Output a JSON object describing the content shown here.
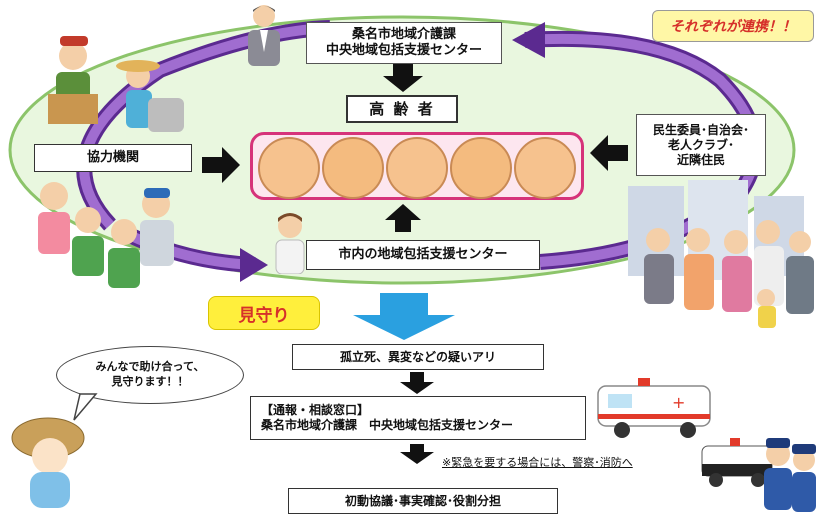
{
  "header": {
    "city_office_line1": "桑名市地域介護課",
    "city_office_line2": "中央地域包括支援センター",
    "elderly": "高 齢 者",
    "cooperation_badge": "それぞれが連携！！"
  },
  "left": {
    "partner": "協力機関"
  },
  "right": {
    "line1": "民生委員･自治会･",
    "line2": "老人クラブ･",
    "line3": "近隣住民"
  },
  "bottom_center": {
    "local_centers": "市内の地域包括支援センター"
  },
  "flow": {
    "watch_label": "見守り",
    "step1": "孤立死、異変などの疑いアリ",
    "step2_title": "【通報・相談窓口】",
    "step2_body": "桑名市地域介護課　中央地域包括支援センター",
    "emergency_note": "※緊急を要する場合には、警察･消防へ",
    "step3": "初動協議･事実確認･役割分担"
  },
  "speech": {
    "line1": "みんなで助け合って、",
    "line2": "見守ります！！"
  },
  "colors": {
    "ellipse_fill": "#e9f7df",
    "ellipse_stroke": "#8cc46a",
    "cycle_arrow": "#7a3fb0",
    "elderly_frame": "#d6337a",
    "blue_arrow": "#2aa0e0",
    "watch_yellow": "#ffef3c"
  }
}
